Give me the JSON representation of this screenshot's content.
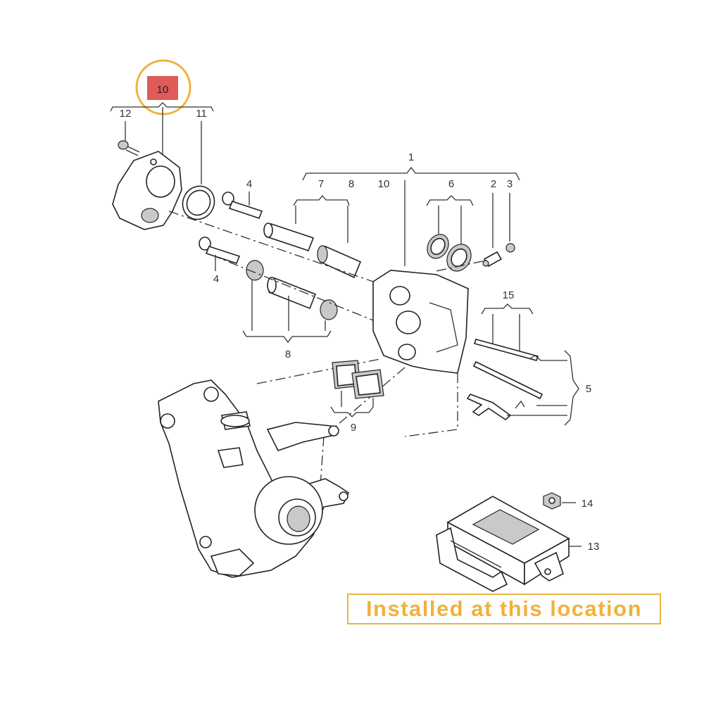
{
  "labels": {
    "l10_highlight": "10",
    "l12": "12",
    "l11": "11",
    "l1": "1",
    "l4a": "4",
    "l7": "7",
    "l8a": "8",
    "l10b": "10",
    "l6": "6",
    "l2": "2",
    "l3": "3",
    "l4b": "4",
    "l8b": "8",
    "l15": "15",
    "l5": "5",
    "l9": "9",
    "l14": "14",
    "l13": "13"
  },
  "banner": {
    "text": "Installed at this location"
  },
  "colors": {
    "highlight_box": "#E05A5A",
    "highlight_ring": "#F0B23C",
    "banner": "#F0B23C"
  }
}
